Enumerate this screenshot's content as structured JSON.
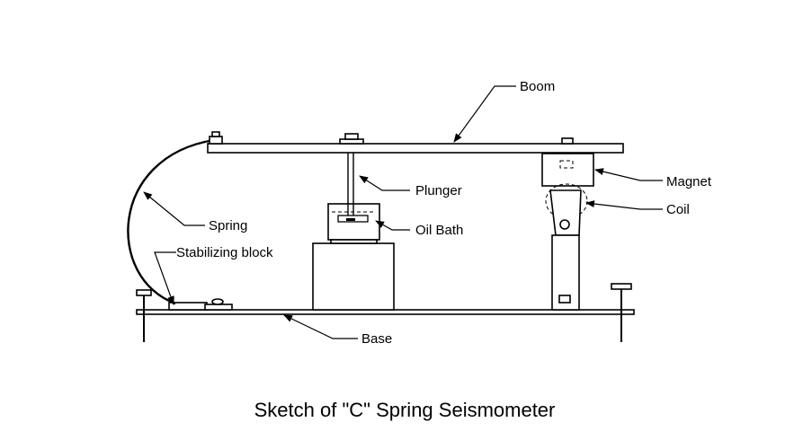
{
  "diagram": {
    "title": "Sketch of \"C\" Spring Seismometer",
    "labels": {
      "boom": "Boom",
      "plunger": "Plunger",
      "magnet": "Magnet",
      "coil": "Coil",
      "spring": "Spring",
      "oil_bath": "Oil Bath",
      "stabilizing_block": "Stabilizing block",
      "base": "Base"
    }
  }
}
